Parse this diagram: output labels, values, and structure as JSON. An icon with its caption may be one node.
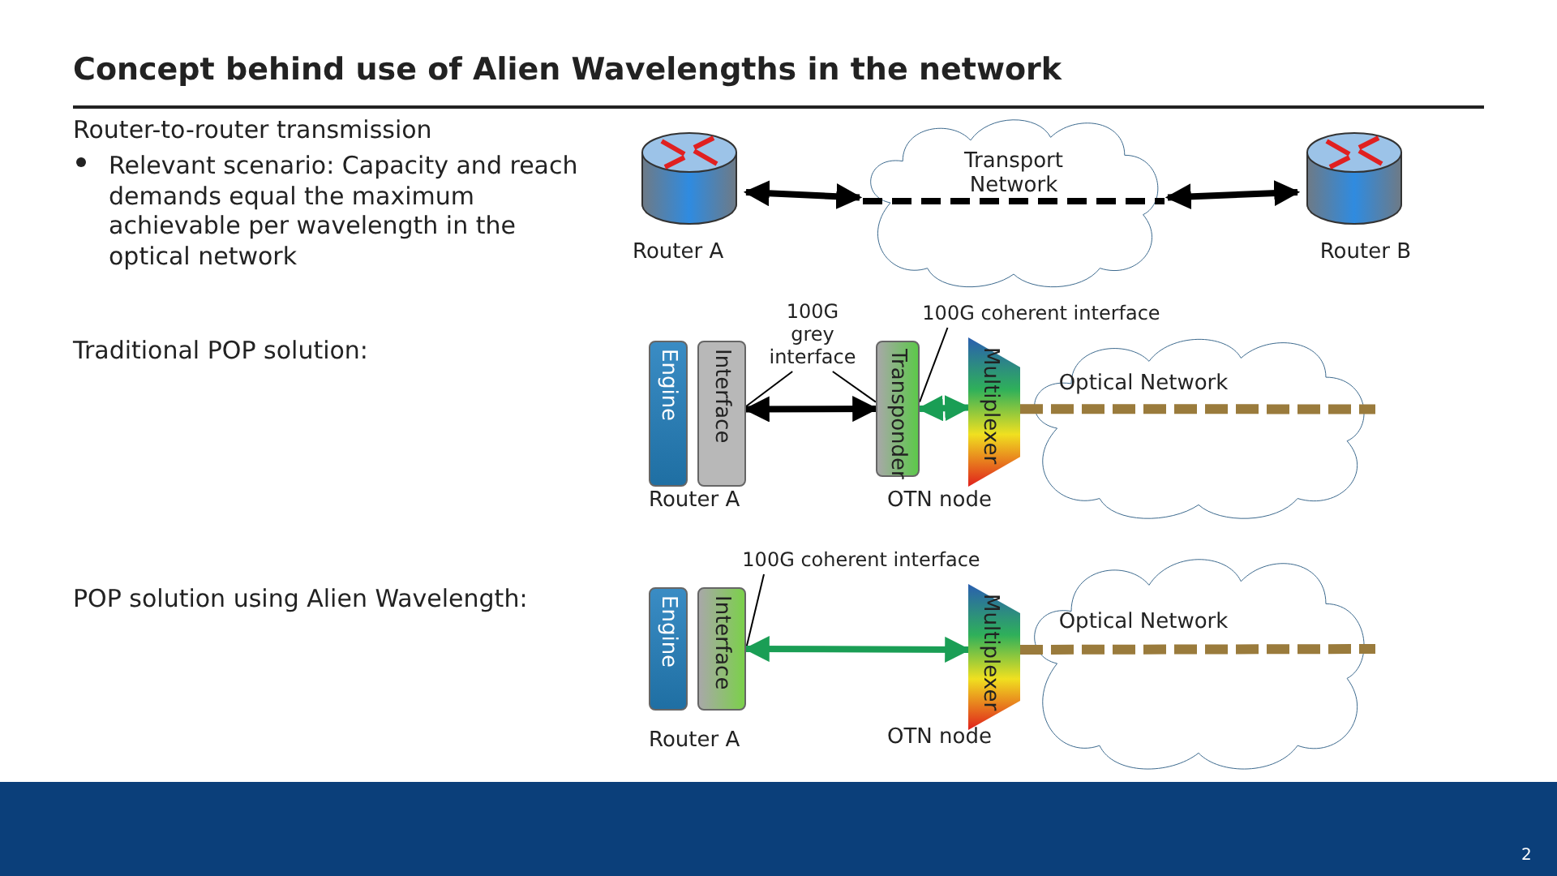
{
  "diagram": {
    "title": "Concept behind use of Alien Wavelengths in the network",
    "nodes": [
      {
        "text": [
          "Router A"
        ]
      },
      {
        "text": [
          "Transport Network"
        ]
      },
      {
        "text": [
          "Router B"
        ]
      },
      {
        "text": [
          "100G grey interface"
        ]
      },
      {
        "text": [
          "100G coherent interface"
        ]
      },
      {
        "text": [
          "Engine"
        ]
      },
      {
        "text": [
          "Interface"
        ]
      },
      {
        "text": [
          "Transponder"
        ]
      },
      {
        "text": [
          "Multiplexer"
        ]
      },
      {
        "text": [
          "Optical Network"
        ]
      },
      {
        "text": [
          "100G coherent interface"
        ]
      },
      {
        "text": [
          "Engine"
        ]
      },
      {
        "text": [
          "Interface"
        ]
      },
      {
        "text": [
          "Multiplexer"
        ]
      },
      {
        "text": [
          "Optical Network"
        ]
      }
    ],
    "edges": [
      {
        "from": 0,
        "to": 1,
        "arrow": "both"
      },
      {
        "from": 1,
        "to": 2,
        "arrow": "both"
      },
      {
        "from": 3,
        "to": 6,
        "arrow": "none"
      },
      {
        "from": 3,
        "to": 7,
        "arrow": "none"
      },
      {
        "from": 4,
        "to": 7,
        "arrow": "none"
      },
      {
        "from": 6,
        "to": 7,
        "arrow": "both"
      },
      {
        "from": 7,
        "to": 8,
        "arrow": "both",
        "color": "#1a9e55"
      },
      {
        "from": 8,
        "to": 9,
        "arrow": "none",
        "style": "dashed",
        "color": "#9a7b3c"
      },
      {
        "from": 10,
        "to": 12,
        "arrow": "none"
      },
      {
        "from": 12,
        "to": 13,
        "arrow": "both",
        "color": "#1a9e55"
      },
      {
        "from": 13,
        "to": 14,
        "arrow": "none",
        "style": "dashed",
        "color": "#9a7b3c"
      }
    ],
    "labels": [
      "Router-to-router transmission",
      "Relevant scenario: Capacity and reach demands equal the maximum achievable per wavelength in the optical network",
      "Traditional POP solution:",
      "Router A",
      "OTN node",
      "POP solution using Alien Wavelength:",
      "Router A",
      "OTN node",
      "2"
    ]
  }
}
